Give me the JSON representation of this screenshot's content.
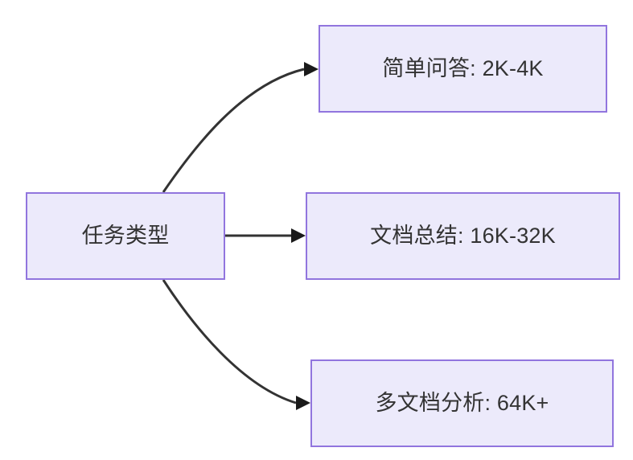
{
  "diagram": {
    "type": "flowchart",
    "direction": "left-to-right",
    "background_color": "#FFFFFF",
    "node_fill_color": "#ECEAFB",
    "node_border_color": "#9175DE",
    "node_text_color": "#333333",
    "edge_color": "#333333",
    "source": {
      "id": "task-type",
      "label": "任务类型"
    },
    "targets": [
      {
        "id": "simple-qa",
        "label": "简单问答: 2K-4K"
      },
      {
        "id": "doc-summary",
        "label": "文档总结: 16K-32K"
      },
      {
        "id": "multi-doc-analysis",
        "label": "多文档分析: 64K+"
      }
    ],
    "edges": [
      {
        "from": "任务类型",
        "to": "简单问答: 2K-4K",
        "style": "curved-arrow"
      },
      {
        "from": "任务类型",
        "to": "文档总结: 16K-32K",
        "style": "straight-arrow"
      },
      {
        "from": "任务类型",
        "to": "多文档分析: 64K+",
        "style": "curved-arrow"
      }
    ]
  }
}
